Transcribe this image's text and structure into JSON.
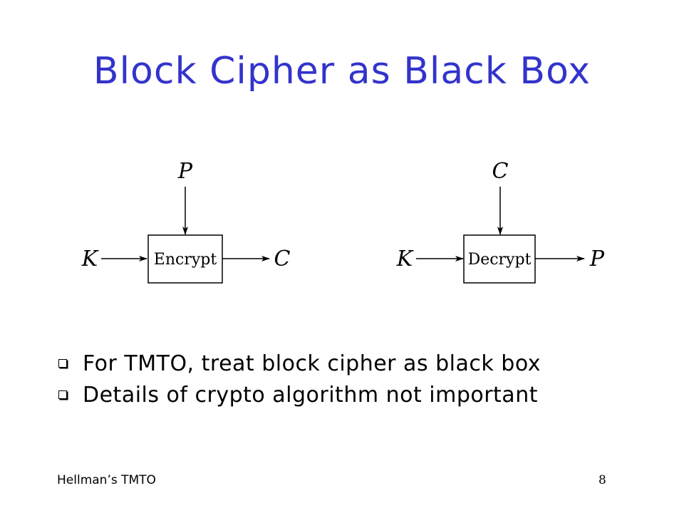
{
  "slide": {
    "title": "Block Cipher as Black Box"
  },
  "diagram": {
    "encrypt": {
      "input_top": "P",
      "input_left": "K",
      "box_label": "Encrypt",
      "output_right": "C"
    },
    "decrypt": {
      "input_top": "C",
      "input_left": "K",
      "box_label": "Decrypt",
      "output_right": "P"
    }
  },
  "bullets": [
    {
      "text": "For TMTO, treat block cipher as black box"
    },
    {
      "text": "Details of crypto algorithm not important"
    }
  ],
  "footer": {
    "left": "Hellman’s TMTO",
    "page_number": "8"
  },
  "colors": {
    "title": "#3333cc",
    "text": "#000000",
    "background": "#ffffff"
  }
}
